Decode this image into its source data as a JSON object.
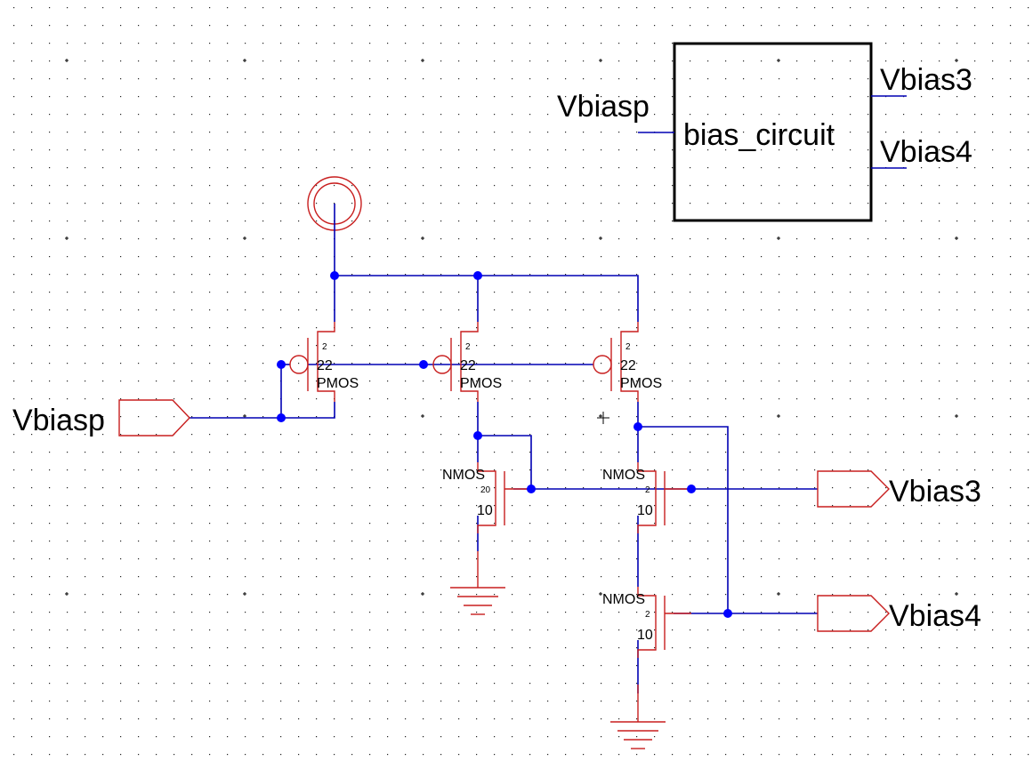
{
  "schematic": {
    "block": {
      "name": "bias_circuit",
      "pins_left": [
        "Vbiasp"
      ],
      "pins_right": [
        "Vbias3",
        "Vbias4"
      ]
    },
    "ports": {
      "input": "Vbiasp",
      "output_1": "Vbias3",
      "output_2": "Vbias4"
    },
    "transistors": [
      {
        "id": "M1",
        "type": "PMOS",
        "width": "22",
        "length": "2"
      },
      {
        "id": "M2",
        "type": "PMOS",
        "width": "22",
        "length": "2"
      },
      {
        "id": "M3",
        "type": "PMOS",
        "width": "22",
        "length": "2"
      },
      {
        "id": "M4",
        "type": "NMOS",
        "width": "10",
        "length": "20"
      },
      {
        "id": "M5",
        "type": "NMOS",
        "width": "10",
        "length": "2"
      },
      {
        "id": "M6",
        "type": "NMOS",
        "width": "10",
        "length": "2"
      }
    ],
    "symbols": [
      "vdd-symbol",
      "ground-symbol",
      "ground-symbol"
    ],
    "colors": {
      "wire": "#0000b4",
      "device": "#c81e1e",
      "junction": "#0000ff",
      "block_outline": "#000000"
    }
  }
}
